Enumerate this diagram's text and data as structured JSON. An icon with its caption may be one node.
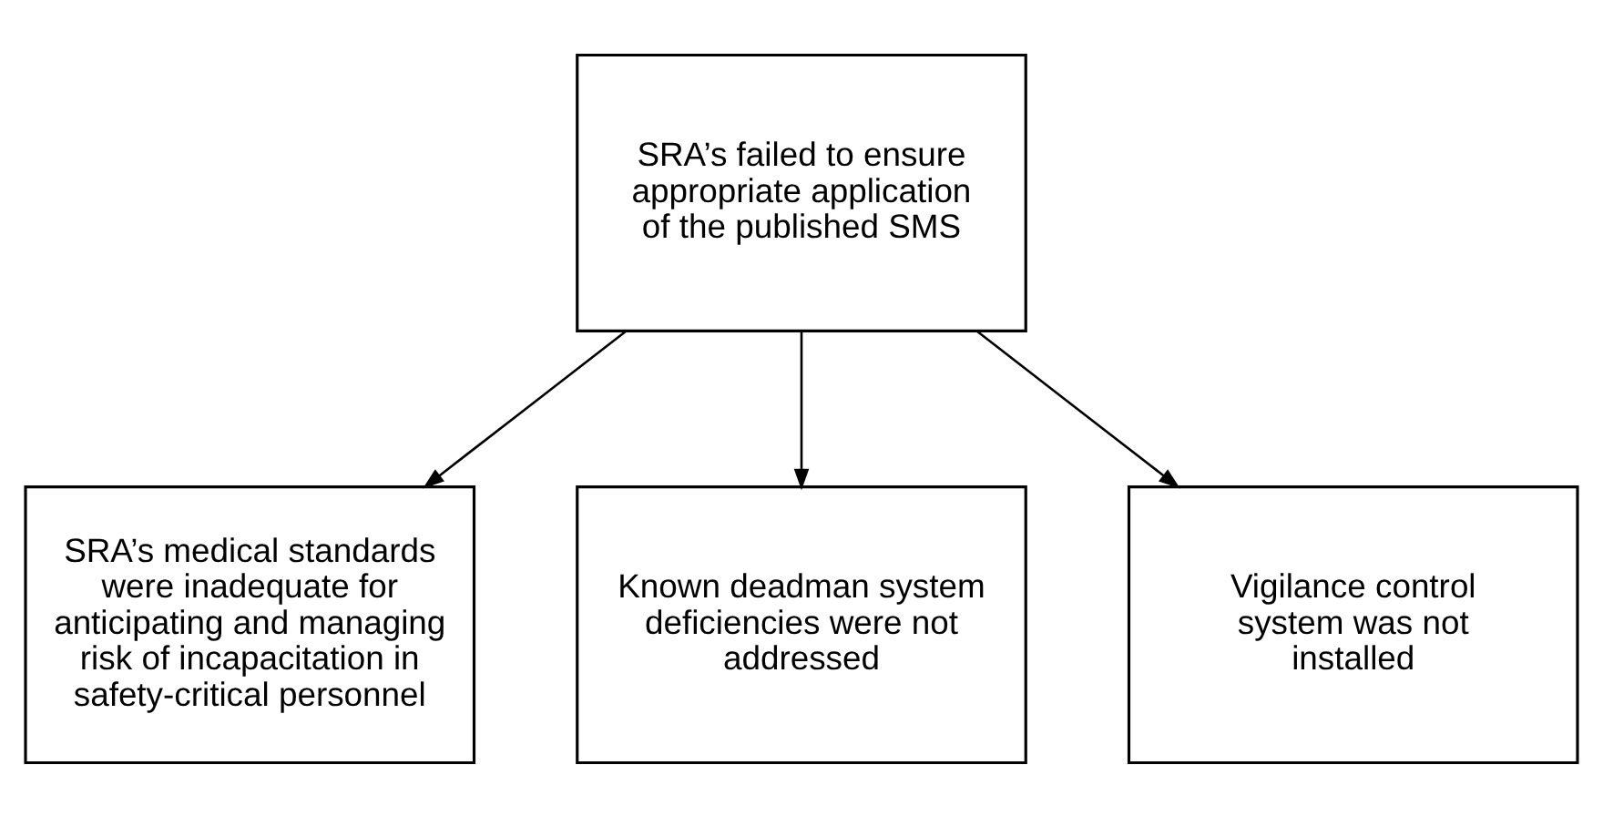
{
  "diagram": {
    "nodes": [
      {
        "text": [
          "SRA’s failed to ensure appropriate application of the published SMS"
        ]
      },
      {
        "text": [
          "SRA’s medical standards were inadequate for anticipating and managing risk of incapacitation in safety-critical personnel"
        ]
      },
      {
        "text": [
          "Known deadman system deficiencies were not addressed"
        ]
      },
      {
        "text": [
          "Vigilance control system was not installed"
        ]
      }
    ],
    "edges": [
      {
        "from": 0,
        "to": 1,
        "arrow": "to"
      },
      {
        "from": 0,
        "to": 2,
        "arrow": "to"
      },
      {
        "from": 0,
        "to": 3,
        "arrow": "to"
      }
    ]
  }
}
